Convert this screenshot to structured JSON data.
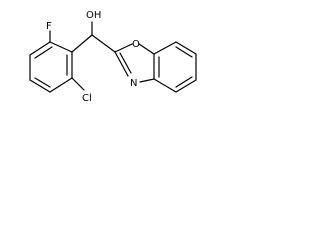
{
  "molecule": {
    "atom_labels": {
      "hydroxyl": "OH",
      "fluorine": "F",
      "chlorine": "Cl",
      "ring_oxygen": "O",
      "ring_nitrogen": "N"
    },
    "colors": {
      "bond": "#000000",
      "text": "#000000",
      "background": "#ffffff"
    }
  }
}
